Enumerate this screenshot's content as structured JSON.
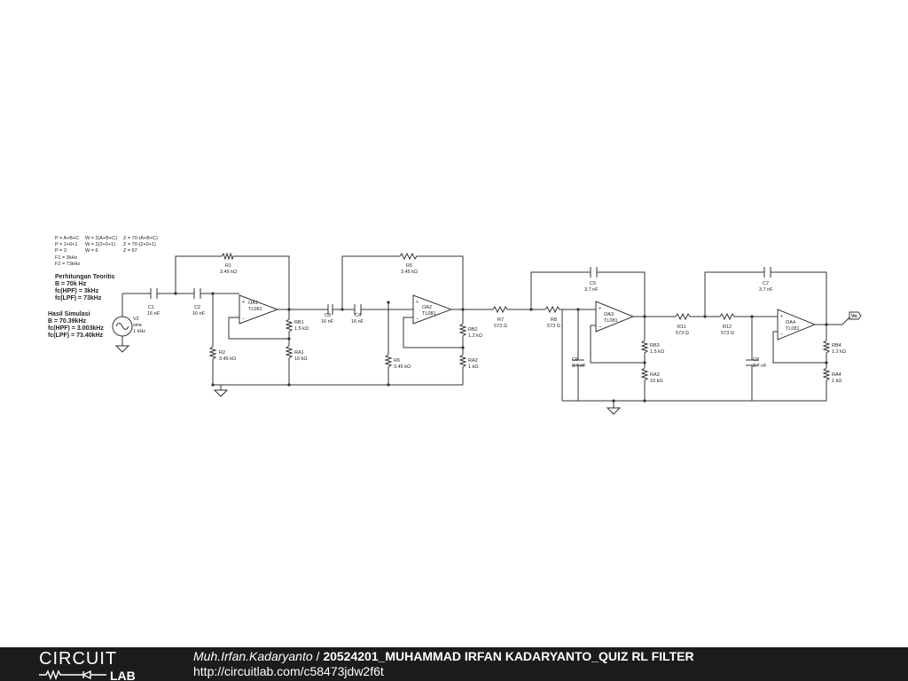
{
  "calc_notes": {
    "col1": [
      "P = A+B+C",
      "P = 2+0+1",
      "P = 3"
    ],
    "col2": [
      "W = 2(A+B+C)",
      "W = 2(2+0+1)",
      "W = 6"
    ],
    "col3": [
      "Z = 70-(A+B+C)",
      "Z = 70-(2+0+1)",
      "Z = 67"
    ],
    "freqs": [
      "F1 = 3kHz",
      "F2 = 73kHz"
    ]
  },
  "theory": {
    "heading": "Perhitungan Teoritis",
    "lines": [
      "B = 70k Hz",
      "fc(HPF) = 3kHz",
      "fc(LPF) = 73kHz"
    ]
  },
  "simulation": {
    "heading": "Hasil Simulasi",
    "lines": [
      "B = 70.39kHz",
      "fc(HPF) = 3.003kHz",
      "fc(LPF) = 73.40kHz"
    ]
  },
  "components": {
    "V2": {
      "name": "V2",
      "type": "sine",
      "value": "1 kHz"
    },
    "C1": {
      "name": "C1",
      "value": "16 nF"
    },
    "C2": {
      "name": "C2",
      "value": "16 nF"
    },
    "R1": {
      "name": "R1",
      "value": "3.45 kΩ"
    },
    "R2": {
      "name": "R2",
      "value": "3.45 kΩ"
    },
    "OA1": {
      "name": "OA1",
      "part": "TL081"
    },
    "RB1": {
      "name": "RB1",
      "value": "1.5 kΩ"
    },
    "RA1": {
      "name": "RA1",
      "value": "10 kΩ"
    },
    "C3": {
      "name": "C3",
      "value": "16 nF"
    },
    "C4": {
      "name": "C4",
      "value": "16 nF"
    },
    "R5": {
      "name": "R5",
      "value": "3.45 kΩ"
    },
    "R6": {
      "name": "R6",
      "value": "3.45 kΩ"
    },
    "OA2": {
      "name": "OA2",
      "part": "TL081"
    },
    "RB2": {
      "name": "RB2",
      "value": "1.2 kΩ"
    },
    "RA2": {
      "name": "RA2",
      "value": "1 kΩ"
    },
    "R7": {
      "name": "R7",
      "value": "573 Ω"
    },
    "R8": {
      "name": "R8",
      "value": "573 Ω"
    },
    "C5": {
      "name": "C5",
      "value": "3.7 nF"
    },
    "C6": {
      "name": "C6",
      "value": "3.7 nF"
    },
    "OA3": {
      "name": "OA3",
      "part": "TL081"
    },
    "RB3": {
      "name": "RB3",
      "value": "1.5 kΩ"
    },
    "RA3": {
      "name": "RA3",
      "value": "10 kΩ"
    },
    "R11": {
      "name": "R11",
      "value": "573 Ω"
    },
    "R12": {
      "name": "R12",
      "value": "573 Ω"
    },
    "C7": {
      "name": "C7",
      "value": "3.7 nF"
    },
    "C8": {
      "name": "C8",
      "value": "3.7 nF"
    },
    "OA4": {
      "name": "OA4",
      "part": "TL081"
    },
    "RB4": {
      "name": "RB4",
      "value": "1.2 kΩ"
    },
    "RA4": {
      "name": "RA4",
      "value": "1 kΩ"
    }
  },
  "output_label": "Vo",
  "footer": {
    "logo_top": "CIRCUIT",
    "logo_bottom": "LAB",
    "author": "Muh.Irfan.Kadaryanto",
    "separator": " / ",
    "title": "20524201_MUHAMMAD IRFAN KADARYANTO_QUIZ RL FILTER",
    "url": "http://circuitlab.com/c58473jdw2f6t"
  },
  "colors": {
    "footer_bg": "#1c1c1c",
    "footer_text": "#ffffff",
    "wire": "#333333"
  }
}
